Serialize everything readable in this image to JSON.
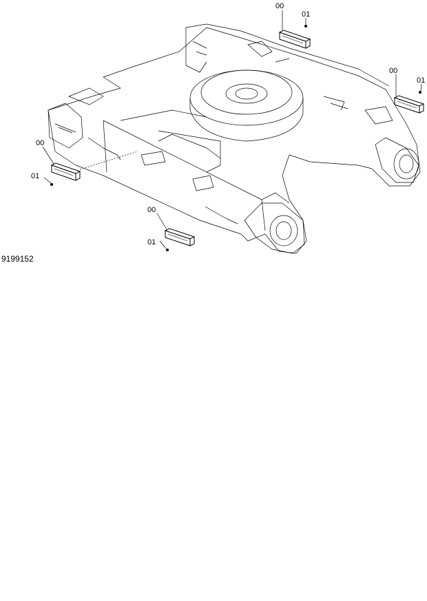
{
  "figure_number": "9199152",
  "callouts": [
    {
      "group": "top",
      "part": "00",
      "fastener": "01"
    },
    {
      "group": "right",
      "part": "00",
      "fastener": "01"
    },
    {
      "group": "left",
      "part": "00",
      "fastener": "01"
    },
    {
      "group": "bottom",
      "part": "00",
      "fastener": "01"
    }
  ],
  "colors": {
    "line": "#000000",
    "background": "#ffffff"
  }
}
